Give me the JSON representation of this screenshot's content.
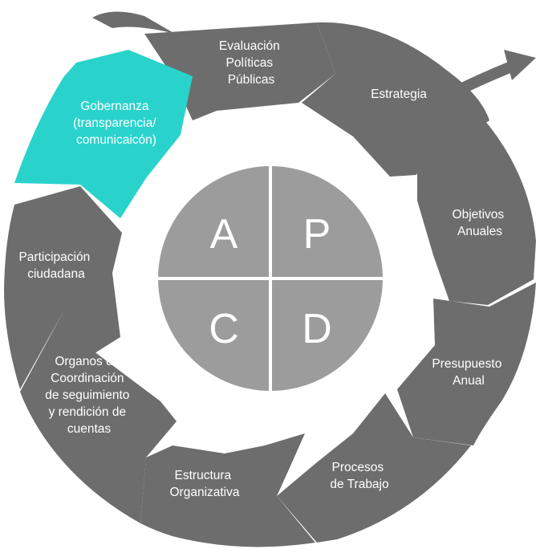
{
  "colors": {
    "segment": "#6d6d6d",
    "active_segment": "#29d3cc",
    "center": "#9c9c9c",
    "text": "#ffffff",
    "background": "#ffffff"
  },
  "segments": [
    {
      "id": "evaluacion",
      "lines": [
        "Evaluación",
        "Políticas",
        "Públicas"
      ]
    },
    {
      "id": "estrategia",
      "lines": [
        "Estrategia"
      ]
    },
    {
      "id": "objetivos",
      "lines": [
        "Objetivos",
        "Anuales"
      ]
    },
    {
      "id": "presupuesto",
      "lines": [
        "Presupuesto",
        "Anual"
      ]
    },
    {
      "id": "procesos",
      "lines": [
        "Procesos",
        "de Trabajo"
      ]
    },
    {
      "id": "estructura",
      "lines": [
        "Estructura",
        "Organizativa"
      ]
    },
    {
      "id": "organos",
      "lines": [
        "Organos de",
        "Coordinación",
        "de seguimiento",
        "y rendición de",
        "cuentas"
      ]
    },
    {
      "id": "participacion",
      "lines": [
        "Participación",
        "ciudadana"
      ]
    },
    {
      "id": "gobernanza",
      "lines": [
        "Gobernanza",
        "(transparencia/",
        "comunicaicón)"
      ],
      "active": true
    }
  ],
  "center": {
    "quadrants": [
      "A",
      "P",
      "C",
      "D"
    ]
  }
}
